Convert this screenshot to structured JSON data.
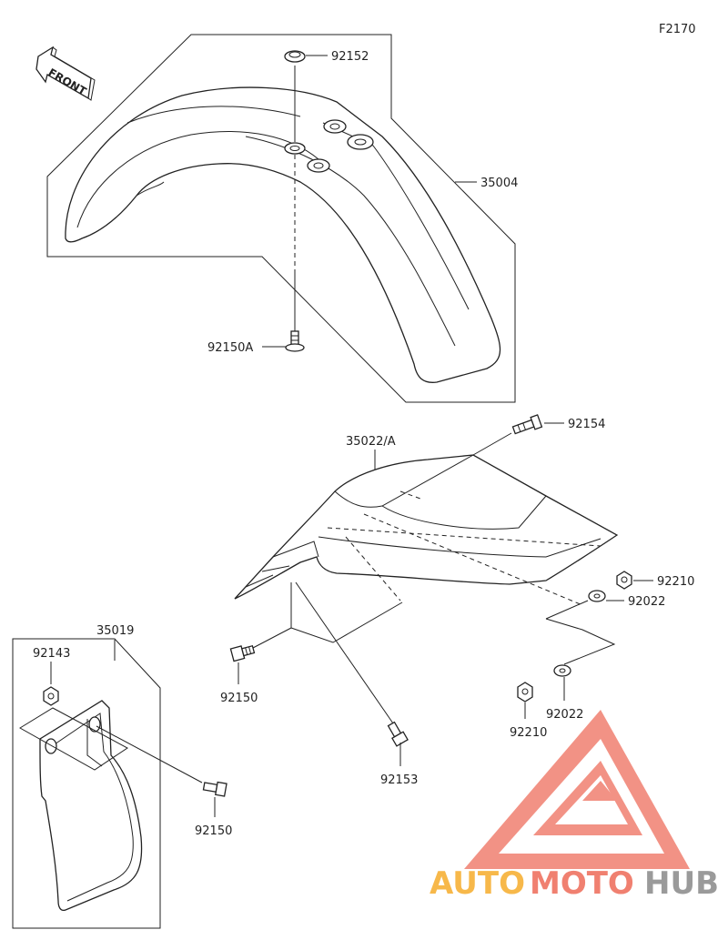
{
  "figure_code": "F2170",
  "front_label": "FRONT",
  "parts": {
    "front_fender": "35004",
    "fender_top_washer": "92152",
    "fender_bolt": "92150A",
    "rear_fender": "35022/A",
    "rear_bolt_top": "92154",
    "nut_right": "92210",
    "washer_right": "92022",
    "bolt_left": "92150",
    "bolt_center": "92153",
    "nut_bottom": "92210",
    "washer_bottom": "92022",
    "mud_flap": "35019",
    "flap_grommet": "92143",
    "flap_bolt": "92150"
  },
  "watermark": {
    "word_part1": "AUTO",
    "word_part2": "MOTO",
    "word_part3": "HUB",
    "color_orange": "#f7b84a",
    "color_red": "#f08070",
    "color_gray": "#9a9a9a"
  }
}
